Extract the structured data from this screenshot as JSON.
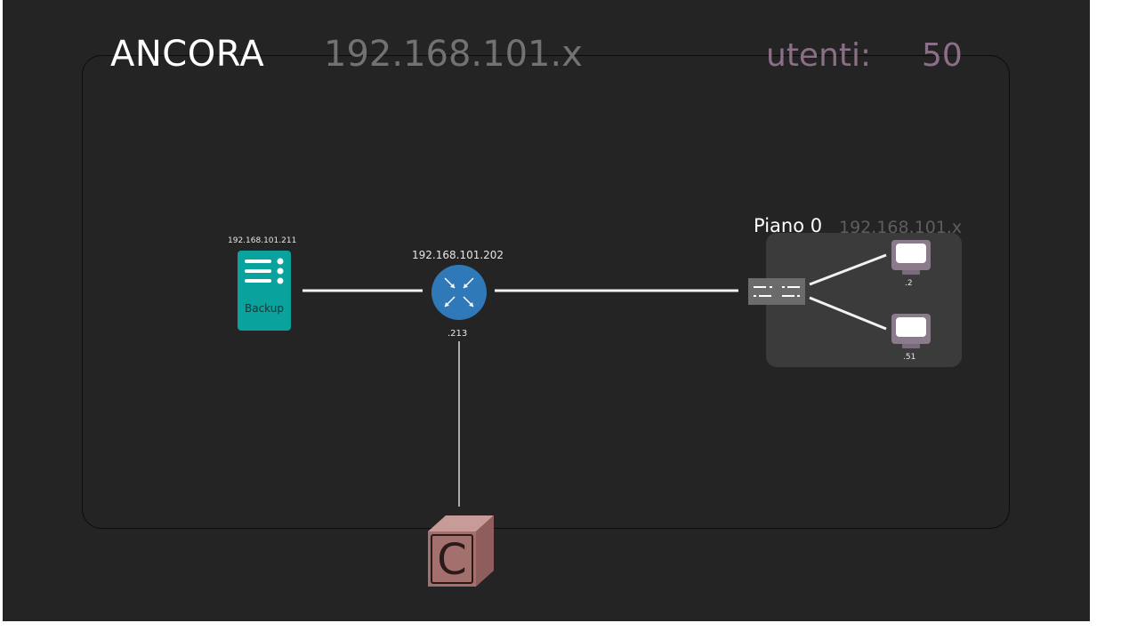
{
  "title": "ANCORA",
  "subnet": "192.168.101.x",
  "users": {
    "label": "utenti:",
    "count": "50"
  },
  "floor": {
    "name": "Piano 0",
    "subnet": "192.168.101.x"
  },
  "server": {
    "ip": "192.168.101.211",
    "label": "Backup",
    "color": "#09a29c"
  },
  "router": {
    "ip": "192.168.101.202",
    "port_label": ".213",
    "color": "#2f79b9"
  },
  "switch": {
    "color": "#6b6b6b"
  },
  "pcs": [
    {
      "ip_suffix": ".2",
      "color": "#8a7a8c"
    },
    {
      "ip_suffix": ".51",
      "color": "#8a7a8c"
    }
  ],
  "cloud_block": {
    "letter": "C",
    "color": "#a4706e"
  },
  "colors": {
    "background": "#242424",
    "link": "#f2f2f2",
    "users_text": "#8b6f87",
    "subnet_text": "#727272"
  }
}
